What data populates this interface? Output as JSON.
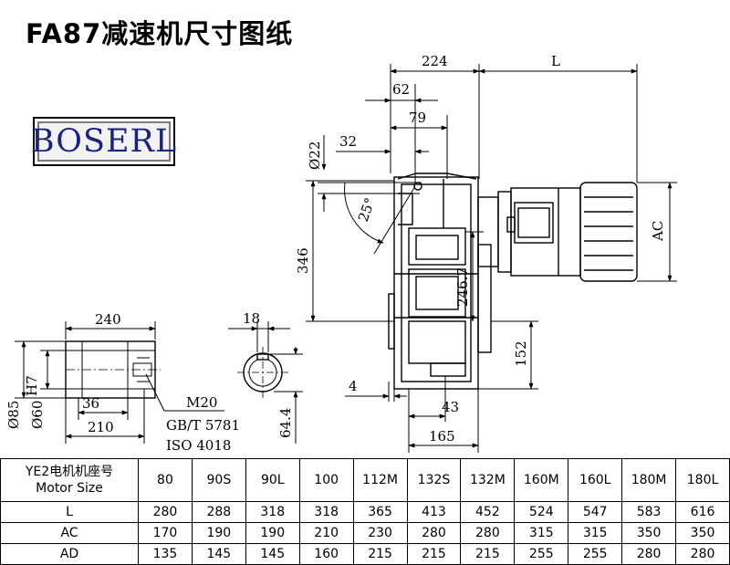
{
  "title": "FA87减速机尺寸图纸",
  "logo": {
    "text": "BOSERL"
  },
  "dimensions": {
    "top": {
      "d224": "224",
      "dL": "L",
      "d62": "62",
      "d79": "79",
      "d32": "32",
      "dia22": "Ø22",
      "angle": "25°"
    },
    "side": {
      "d346": "346",
      "d246_7": "246.7",
      "dAC": "AC",
      "d152": "152",
      "d4": "4",
      "d43": "43",
      "d165": "165"
    },
    "shaft": {
      "d240": "240",
      "d36": "36",
      "d210": "210",
      "dia85": "Ø85",
      "dia60": "Ø60",
      "tol": "H7",
      "note1": "M20",
      "note2": "GB/T 5781",
      "note3": "ISO 4018"
    },
    "key": {
      "d18": "18",
      "d64_4": "64.4"
    }
  },
  "table": {
    "header_line1": "YE2电机机座号",
    "header_line2": "Motor Size",
    "sizes": [
      "80",
      "90S",
      "90L",
      "100",
      "112M",
      "132S",
      "132M",
      "160M",
      "160L",
      "180M",
      "180L"
    ],
    "rows": [
      {
        "label": "L",
        "values": [
          "280",
          "288",
          "318",
          "318",
          "365",
          "413",
          "452",
          "524",
          "547",
          "583",
          "616"
        ]
      },
      {
        "label": "AC",
        "values": [
          "170",
          "190",
          "190",
          "210",
          "230",
          "280",
          "280",
          "315",
          "315",
          "350",
          "350"
        ]
      },
      {
        "label": "AD",
        "values": [
          "135",
          "145",
          "145",
          "160",
          "215",
          "215",
          "215",
          "255",
          "255",
          "280",
          "280"
        ]
      }
    ]
  }
}
